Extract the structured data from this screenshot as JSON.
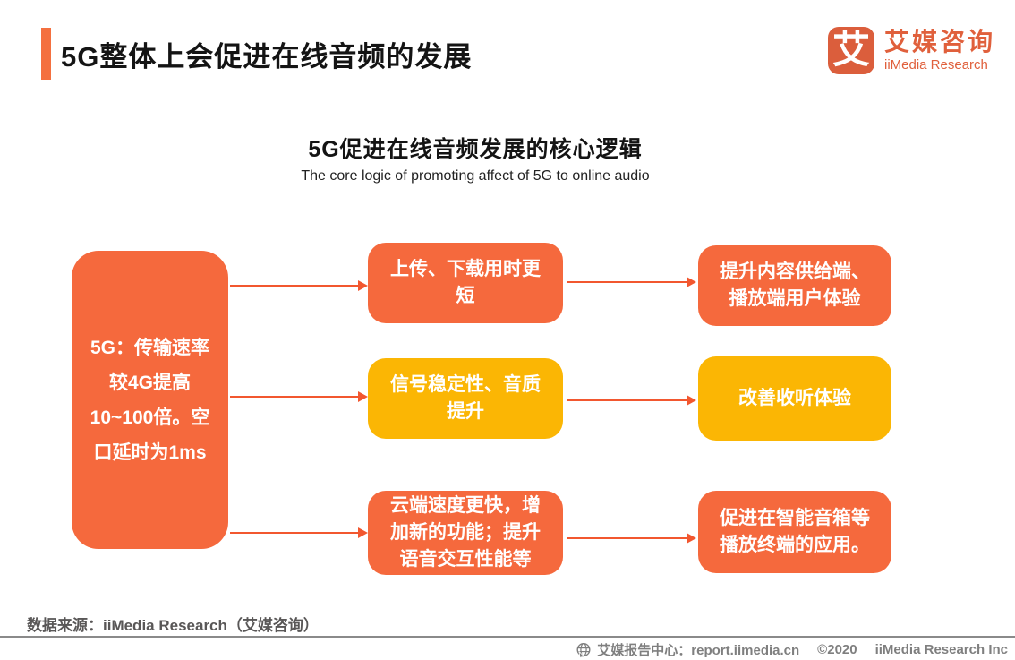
{
  "header": {
    "title": "5G整体上会促进在线音频的发展",
    "logo": {
      "icon_char": "艾",
      "name_cn": "艾媒咨询",
      "name_en": "iiMedia Research"
    }
  },
  "subtitle": {
    "cn": "5G促进在线音频发展的核心逻辑",
    "en": "The core logic of promoting affect of 5G to online audio"
  },
  "diagram": {
    "source_node": {
      "lines": [
        "5G：传输速率",
        "较4G提高",
        "10~100倍。空",
        "口延时为1ms"
      ],
      "color": "orange"
    },
    "mid_nodes": [
      {
        "lines": [
          "上传、下载用时更",
          "短"
        ],
        "color": "orange"
      },
      {
        "lines": [
          "信号稳定性、音质",
          "提升"
        ],
        "color": "yellow"
      },
      {
        "lines": [
          "云端速度更快，增",
          "加新的功能；提升",
          "语音交互性能等"
        ],
        "color": "orange"
      }
    ],
    "result_nodes": [
      {
        "lines": [
          "提升内容供给端、",
          "播放端用户体验"
        ],
        "color": "orange"
      },
      {
        "lines": [
          "改善收听体验"
        ],
        "color": "yellow"
      },
      {
        "lines": [
          "促进在智能音箱等",
          "播放终端的应用。"
        ],
        "color": "orange"
      }
    ]
  },
  "colors": {
    "node_orange": "#F5693D",
    "node_yellow": "#FBB604",
    "arrow": "#F2572F",
    "title_accent": "#F4703F",
    "logo_orange": "#DB5E3C",
    "source_text_gray": "#595757",
    "footer_gray": "#7F7F7F"
  },
  "footer": {
    "source": "数据来源：iiMedia Research（艾媒咨询）",
    "report_center": "艾媒报告中心：report.iimedia.cn",
    "copyright": "©2020",
    "company": "iiMedia Research Inc"
  }
}
